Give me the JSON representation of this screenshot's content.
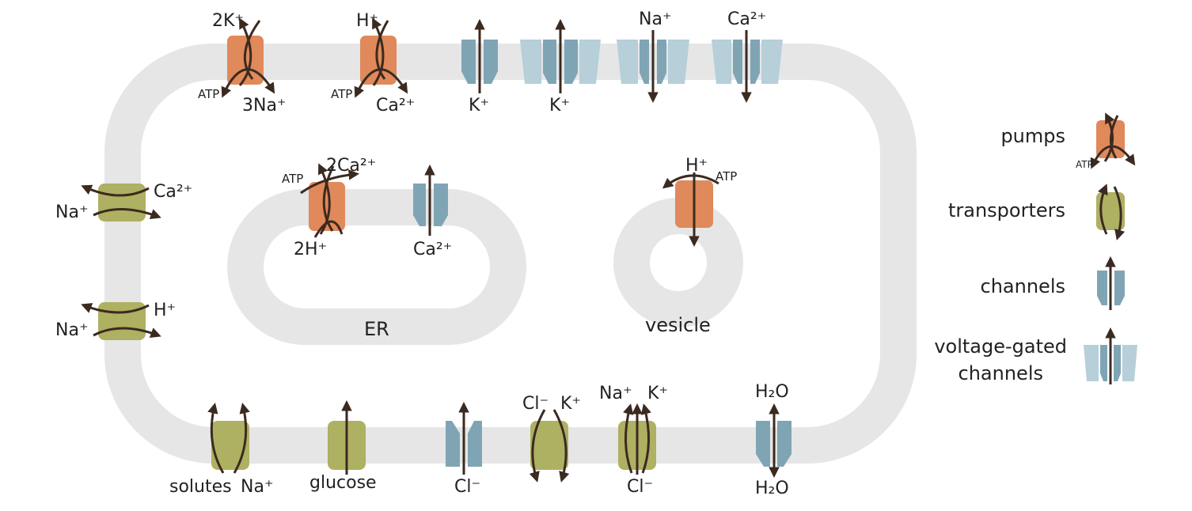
{
  "colors": {
    "membrane": "#e6e6e6",
    "pump": "#e0895a",
    "transporter": "#aeb062",
    "channel": "#7fa5b5",
    "voltage_gated_outer": "#b6cfd9",
    "arrow": "#3b2a20",
    "text": "#222222"
  },
  "cell_membrane": {
    "top": {
      "pump_k_na": {
        "top": "2K⁺",
        "atp": "ATP",
        "bottom": "3Na⁺"
      },
      "pump_h": {
        "top": "H⁺",
        "atp": "ATP",
        "bottom": "Ca²⁺"
      },
      "channel_k": {
        "bottom": "K⁺"
      },
      "vg_channel_k": {
        "bottom": "K⁺"
      },
      "vg_channel_na": {
        "top": "Na⁺"
      },
      "vg_channel_ca": {
        "top": "Ca²⁺"
      }
    },
    "left": {
      "transporter_na_ca": {
        "left": "Na⁺",
        "right": "Ca²⁺"
      },
      "transporter_na_h": {
        "left": "Na⁺",
        "right": "H⁺"
      }
    },
    "bottom": {
      "transporter_solutes_na": {
        "left": "solutes",
        "right": "Na⁺"
      },
      "transporter_glucose": {
        "bottom": "glucose"
      },
      "channel_cl": {
        "bottom": "Cl⁻"
      },
      "transporter_cl_k": {
        "left": "Cl⁻",
        "right": "K⁺"
      },
      "transporter_na_k_cl": {
        "top_left": "Na⁺",
        "top_right": "K⁺",
        "bottom": "Cl⁻"
      },
      "channel_water": {
        "top": "H₂O",
        "bottom": "H₂O"
      }
    }
  },
  "er": {
    "label": "ER",
    "pump": {
      "atp": "ATP",
      "top": "2Ca²⁺",
      "bottom": "2H⁺"
    },
    "channel": {
      "bottom": "Ca²⁺"
    }
  },
  "vesicle": {
    "label": "vesicle",
    "pump": {
      "top": "H⁺",
      "atp": "ATP"
    }
  },
  "legend": {
    "pumps": "pumps",
    "pumps_atp": "ATP",
    "transporters": "transporters",
    "channels": "channels",
    "voltage_gated_line1": "voltage-gated",
    "voltage_gated_line2": "channels"
  }
}
